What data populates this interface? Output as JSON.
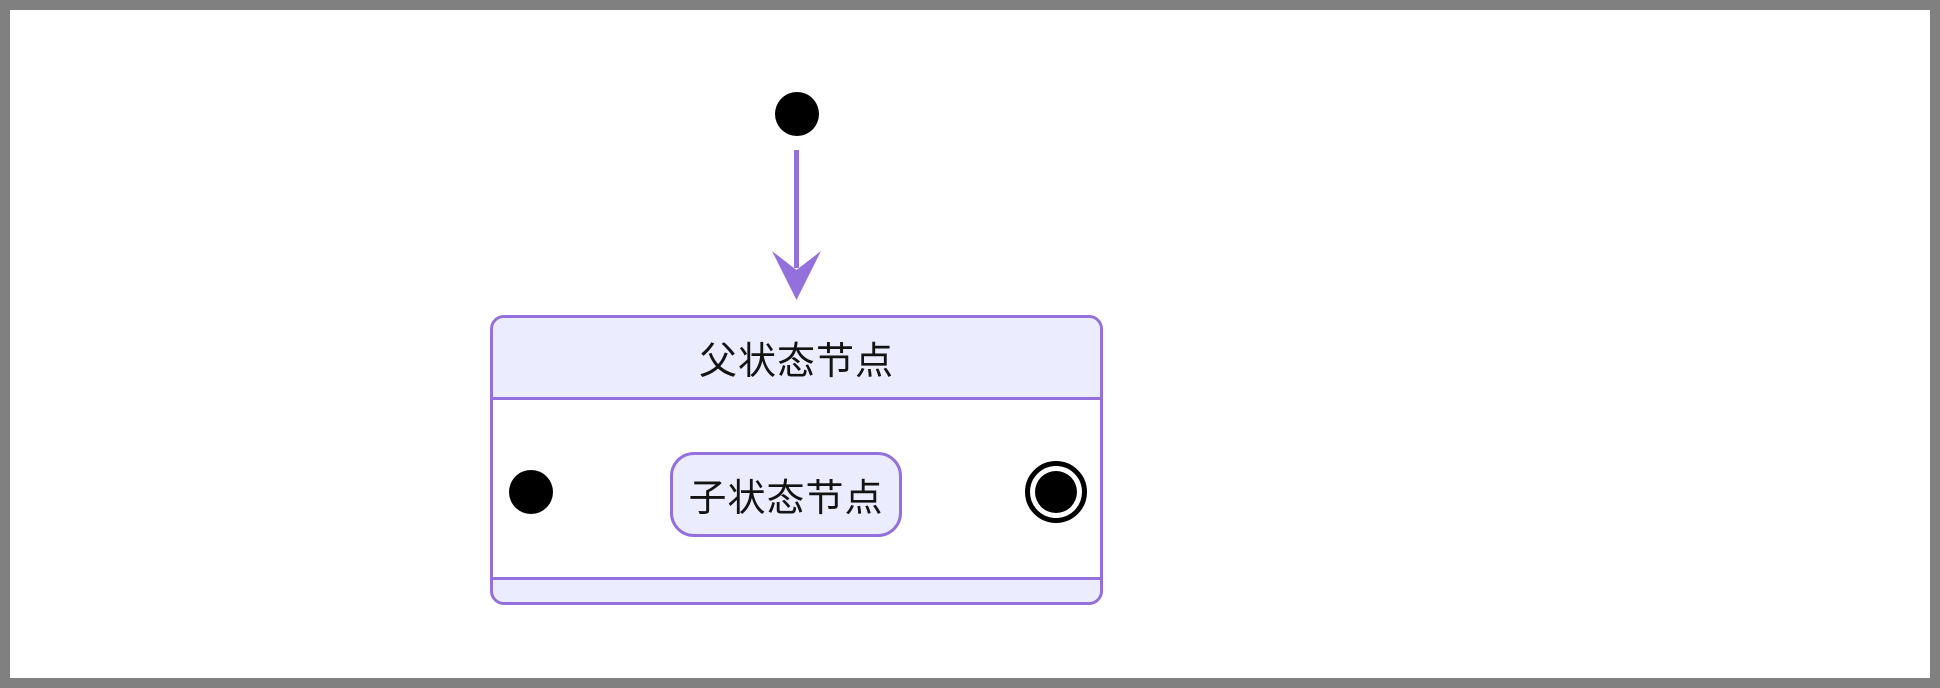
{
  "window": {
    "frame_color": "#808080",
    "canvas_color": "#ffffff"
  },
  "diagram": {
    "kind": "state-diagram",
    "colors": {
      "accent": "#9370DB",
      "node_fill": "#ECECFF",
      "text": "#131313",
      "state_dot": "#000000"
    },
    "parent_state": {
      "title": "父状态节点"
    },
    "child_state": {
      "label": "子状态节点"
    },
    "edges": [
      {
        "from": "initial-state",
        "to": "父状态节点"
      },
      {
        "from": "inner-initial-state",
        "to": "子状态节点"
      },
      {
        "from": "子状态节点",
        "to": "inner-final-state"
      }
    ],
    "icons": {
      "initial_state": "filled-circle-icon",
      "final_state": "ring-dot-icon",
      "arrowhead": "chevron-arrowhead-icon"
    }
  }
}
